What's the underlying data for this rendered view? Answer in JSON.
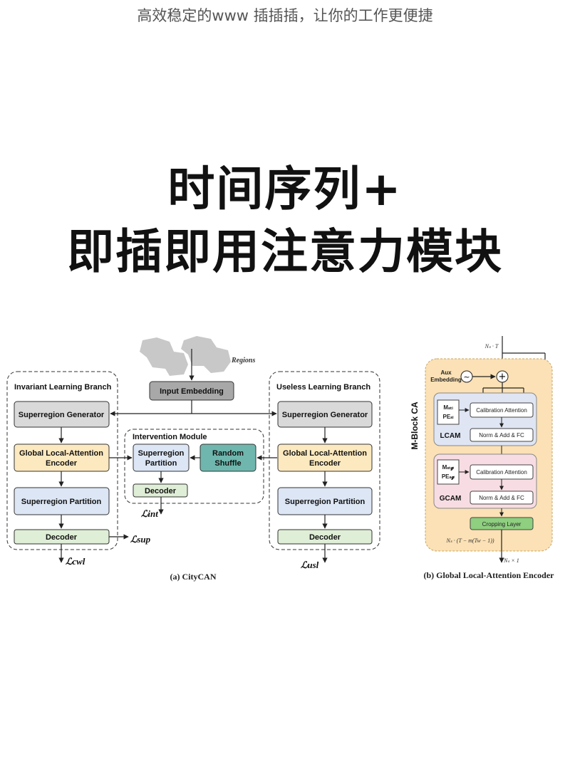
{
  "caption": "高效稳定的www 插插插，让你的工作更便捷",
  "headline": {
    "line1": "时间序列+",
    "line2": "即插即用注意力模块"
  },
  "citycan": {
    "regions_label": "Regions",
    "input_embedding": "Input Embedding",
    "invariant_branch": {
      "title": "Invariant Learning Branch",
      "superregion_generator": "Superregion Generator",
      "encoder_line1": "Global Local-Attention",
      "encoder_line2": "Encoder",
      "superregion_partition": "Superregion Partition",
      "decoder": "Decoder"
    },
    "intervention_module": {
      "title": "Intervention Module",
      "partition_line1": "Superregion",
      "partition_line2": "Partition",
      "shuffle_line1": "Random",
      "shuffle_line2": "Shuffle",
      "decoder": "Decoder"
    },
    "useless_branch": {
      "title": "Useless Learning Branch",
      "superregion_generator": "Superregion Generator",
      "encoder_line1": "Global Local-Attention",
      "encoder_line2": "Encoder",
      "superregion_partition": "Superregion Partition",
      "decoder": "Decoder"
    },
    "losses": {
      "int": "ℒint",
      "sup": "ℒsup",
      "cwl": "ℒcwl",
      "usl": "ℒusl"
    },
    "subcaption": "(a) CityCAN"
  },
  "encoder": {
    "input_label": "Nₛ · T",
    "aux_embedding_line1": "Aux",
    "aux_embedding_line2": "Embedding",
    "mblock_label": "M-Block CA",
    "lcam": {
      "label": "LCAM",
      "m_label": "Mₛₜₗ",
      "pe_label": "PEₛₗ",
      "calibration": "Calibration Attention",
      "norm": "Norm & Add & FC"
    },
    "gcam": {
      "label": "GCAM",
      "m_label": "Mₛₜ𝓰",
      "pe_label": "PEₛ𝓰",
      "calibration": "Calibration Attention",
      "norm": "Norm & Add & FC"
    },
    "cropping": "Cropping Layer",
    "side_formula": "Nₛ · (T − m(Tw − 1))",
    "output_label": "Nₛ × 1",
    "subcaption": "(b) Global Local-Attention Encoder"
  },
  "colors": {
    "grey_box": "#d9d9d9",
    "yellow_box": "#fde9bf",
    "blue_box": "#dce6f5",
    "green_box": "#dfeed6",
    "teal_box": "#6fb7ae",
    "mblock_bg": "#fbe1b5",
    "lcam_bg": "#dfe5f3",
    "gcam_bg": "#f7dde3",
    "cropping": "#8fcf80"
  }
}
